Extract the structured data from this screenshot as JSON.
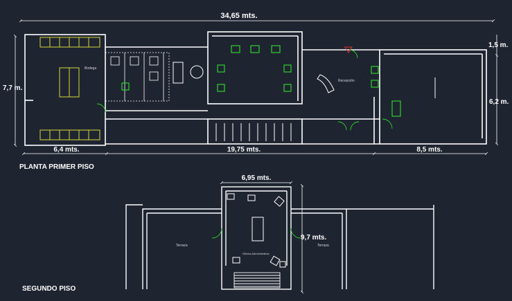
{
  "dimensions": {
    "total_width": "34,65 mts.",
    "height_left": "7,7 m.",
    "right_top": "1,5 m.",
    "right_height": "6,2 m.",
    "left_width": "6,4 mts.",
    "middle_width": "19,75 mts.",
    "right_width": "8,5 mts.",
    "second_width": "6,95 mts.",
    "second_height": "9,7 mts."
  },
  "rooms": {
    "bodega": "Bodega",
    "recepcion": "Recepción",
    "terraza_left": "Terraza",
    "terraza_right": "Terraza",
    "oficina": "Oficina Administrativa"
  },
  "titles": {
    "first_floor": "PLANTA PRIMER PISO",
    "second_floor": "SEGUNDO PISO"
  },
  "colors": {
    "background": "#1e2430",
    "wall": "#ffffff",
    "furniture": "#2ed12e",
    "furniture_yellow": "#d8d83a",
    "door": "#e03030"
  }
}
